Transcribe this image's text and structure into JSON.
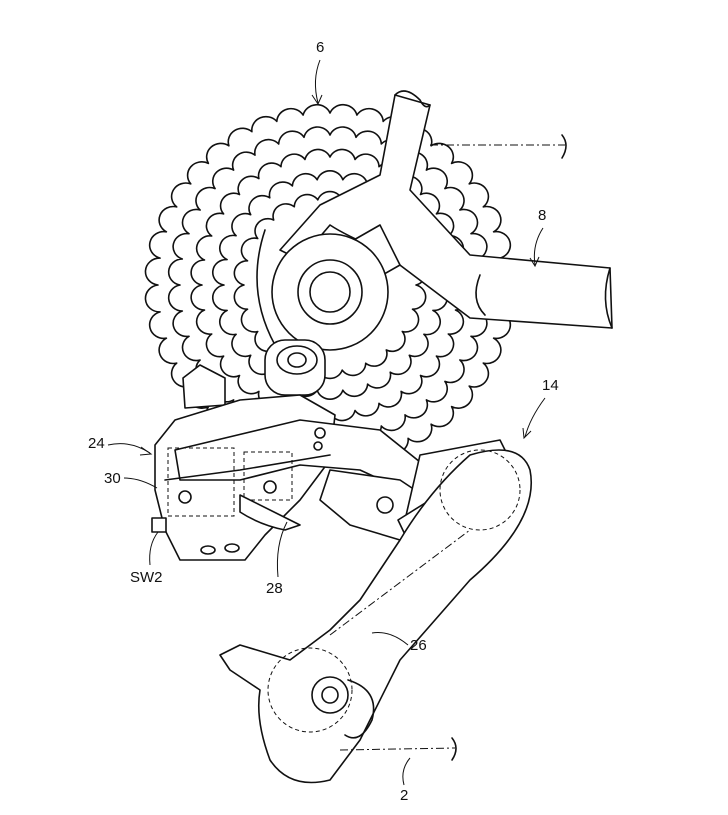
{
  "figure": {
    "labels": {
      "sprocket_assembly": "6",
      "frame": "8",
      "rear_derailleur": "14",
      "base_member": "24",
      "housing": "30",
      "switch": "SW2",
      "motor_unit": "28",
      "chain_guide": "26",
      "chain": "2"
    }
  }
}
